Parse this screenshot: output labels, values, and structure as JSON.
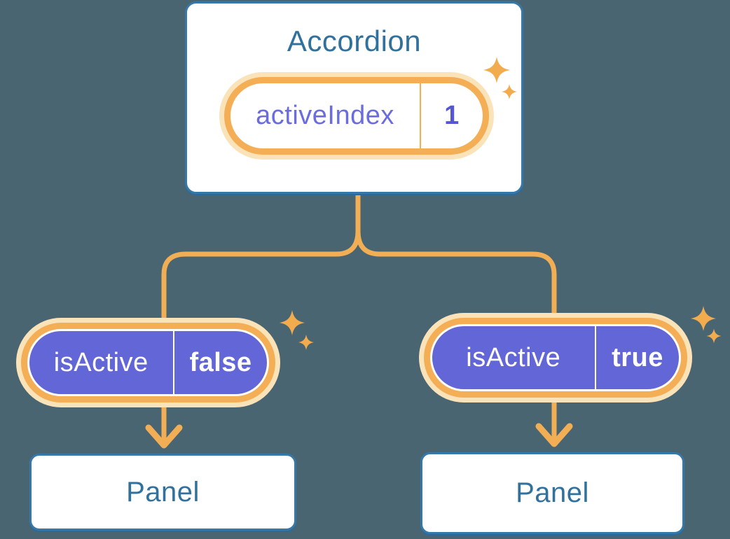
{
  "accordion_card": {
    "title": "Accordion",
    "state_pill": {
      "label": "activeIndex",
      "value": "1"
    }
  },
  "left_branch": {
    "prop_pill": {
      "label": "isActive",
      "value": "false"
    },
    "panel_label": "Panel"
  },
  "right_branch": {
    "prop_pill": {
      "label": "isActive",
      "value": "true"
    },
    "panel_label": "Panel"
  },
  "icons": {
    "sparkle": "✦"
  },
  "colors": {
    "background": "#4A6572",
    "card_fill": "#FFFFFF",
    "card_border_blue": "#3678A8",
    "heading_text_blue": "#31719C",
    "connector_orange": "#F2AE54",
    "pill_glow_peach": "#FAE3B9",
    "pill_ring_orange": "#F4AE55",
    "prop_pill_indigo": "#6366D6",
    "state_label_purple": "#6A6CE0",
    "state_value_purple": "#5456D2",
    "prop_pill_text": "#FFFFFF",
    "sparkle_orange": "#F2AC4E"
  }
}
